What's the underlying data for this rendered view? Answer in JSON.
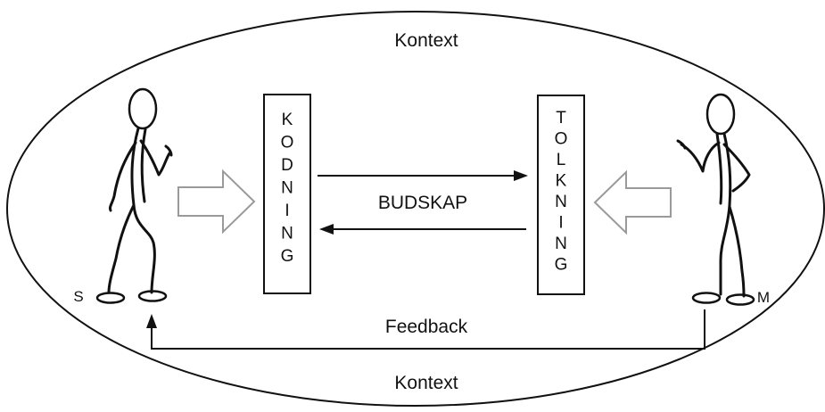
{
  "context_top": "Kontext",
  "context_bottom": "Kontext",
  "message_label": "BUDSKAP",
  "feedback_label": "Feedback",
  "sender_label": "S",
  "receiver_label": "M",
  "encoding_box": {
    "word": "KODNING",
    "letters": [
      "K",
      "O",
      "D",
      "N",
      "I",
      "N",
      "G"
    ]
  },
  "decoding_box": {
    "word": "TOLKNING",
    "letters": [
      "T",
      "O",
      "L",
      "K",
      "N",
      "I",
      "N",
      "G"
    ]
  },
  "colors": {
    "ink": "#111111",
    "hollow_arrow": "#9a9a9a",
    "background": "#ffffff"
  }
}
